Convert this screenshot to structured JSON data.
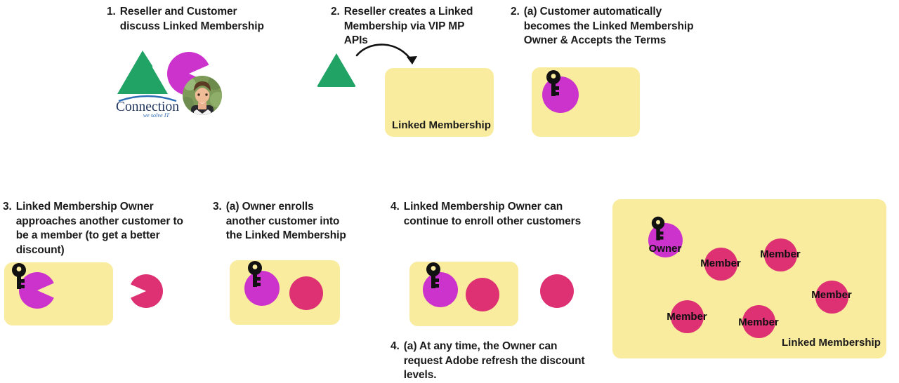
{
  "diagram": {
    "title": "Linked Membership flow",
    "colors": {
      "owner": "#CC33CC",
      "member": "#DD3173",
      "box": "#F9EC9E",
      "reseller_green": "#21A366",
      "text": "#1b1b1b",
      "logo_blue": "#2E5C8A"
    },
    "steps": [
      {
        "number": "1.",
        "text": "Reseller and Customer discuss Linked Membership"
      },
      {
        "number": "2.",
        "text": "Reseller creates a Linked Membership via VIP MP APIs"
      },
      {
        "number": "2.",
        "text": "(a) Customer automatically becomes the Linked Membership Owner & Accepts the Terms"
      },
      {
        "number": "3.",
        "text": "Linked Membership Owner approaches another customer to be a member (to get a better discount)"
      },
      {
        "number": "3.",
        "text": "(a) Owner enrolls another customer into the Linked Membership"
      },
      {
        "number": "4.",
        "text": "Linked Membership Owner can continue to enroll other customers"
      },
      {
        "number": "4.",
        "text": "(a) At any time, the Owner can request Adobe refresh the discount levels."
      }
    ],
    "logo": {
      "name": "Connection",
      "tagline": "we solve IT"
    },
    "box_labels": {
      "step2": "Linked Membership",
      "final": "Linked Membership"
    },
    "final_group": {
      "owner_label": "Owner",
      "member_labels": [
        "Member",
        "Member",
        "Member",
        "Member",
        "Member"
      ]
    },
    "icons": {
      "key": "key-icon",
      "triangle": "triangle-icon",
      "arrow": "curved-arrow-icon",
      "avatar": "avatar-photo"
    }
  }
}
